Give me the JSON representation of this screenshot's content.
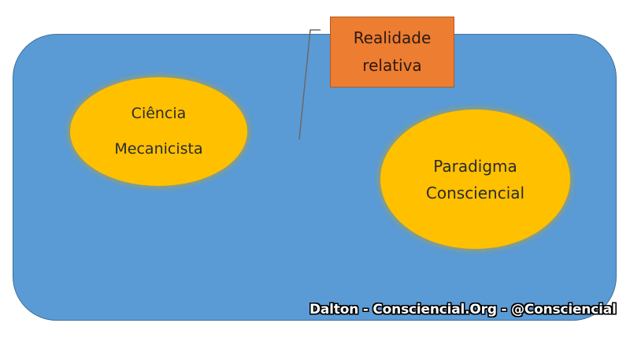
{
  "diagram": {
    "background_panel": {
      "color": "#5b9bd5",
      "border_color": "#41719c"
    },
    "nodes": [
      {
        "id": "ciencia",
        "lines": [
          "Ciência",
          "Mecanicista"
        ],
        "shape": "ellipse",
        "color": "#ffc000"
      },
      {
        "id": "paradigma",
        "lines": [
          "Paradigma",
          "Consciencial"
        ],
        "shape": "ellipse",
        "color": "#ffc000"
      }
    ],
    "callout": {
      "lines": [
        "Realidade",
        "relativa"
      ],
      "color": "#ed7d31"
    },
    "credit": "Dalton - Consciencial.Org - @Consciencial"
  }
}
